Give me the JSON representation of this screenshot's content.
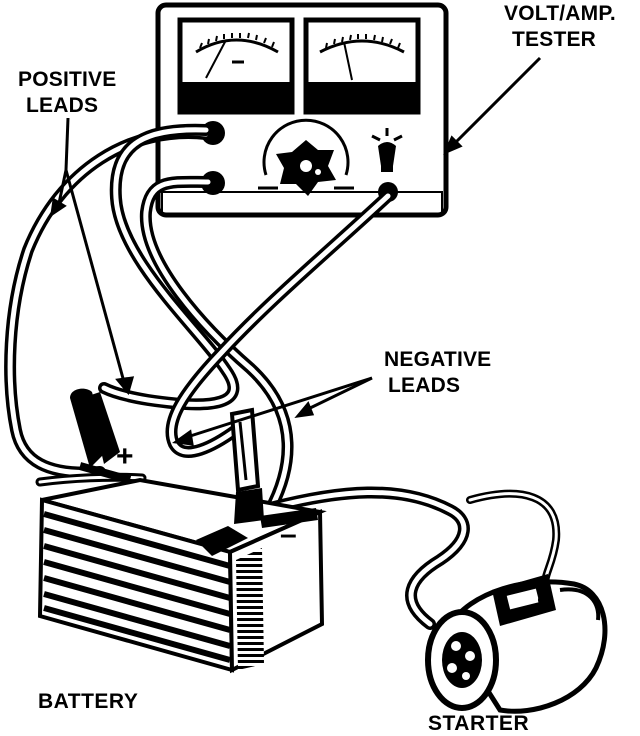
{
  "labels": {
    "volt_amp_tester": [
      "VOLT/AMP.",
      "TESTER"
    ],
    "positive_leads": [
      "POSITIVE",
      "LEADS"
    ],
    "negative_leads": [
      "NEGATIVE",
      "LEADS"
    ],
    "battery": "BATTERY",
    "starter": "STARTER",
    "plus_sign": "+",
    "minus_sign": "–"
  },
  "icons": {
    "tester": "volt-amp-tester-icon",
    "battery": "battery-icon",
    "starter": "starter-motor-icon"
  },
  "colors": {
    "ink": "#000000",
    "paper": "#ffffff"
  }
}
